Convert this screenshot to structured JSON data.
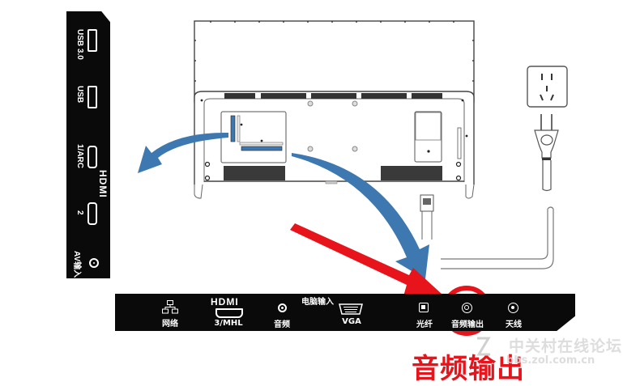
{
  "side_panel": {
    "ports": [
      {
        "label": "USB 3.0",
        "type": "usb"
      },
      {
        "label": "USB",
        "type": "usb"
      },
      {
        "label": "1/ARC",
        "type": "hdmi"
      },
      {
        "label": "2",
        "type": "hdmi"
      },
      {
        "label": "AV输入",
        "type": "av"
      }
    ],
    "hdmi_logo": "HDMI"
  },
  "bottom_panel": {
    "group_label": "电脑输入",
    "hdmi_logo": "HDMI",
    "ports": [
      {
        "label": "网络",
        "icon": "network-icon"
      },
      {
        "label": "3/MHL",
        "icon": "hdmi-port-icon"
      },
      {
        "label": "音频",
        "icon": "audio-jack-icon"
      },
      {
        "label": "VGA",
        "icon": "vga-port-icon"
      },
      {
        "label": "光纤",
        "icon": "optical-port-icon"
      },
      {
        "label": "音频输出",
        "icon": "audio-out-jack-icon"
      },
      {
        "label": "天线",
        "icon": "antenna-jack-icon"
      }
    ]
  },
  "callout": {
    "label": "音频输出",
    "color": "#e8141b"
  },
  "watermark": {
    "title": "中关村在线论坛",
    "url": "bbs.zol.com.cn"
  },
  "colors": {
    "arrow_blue": "#3d78b0",
    "highlight_red": "#e8141b",
    "panel_black": "#0a0a0a"
  }
}
